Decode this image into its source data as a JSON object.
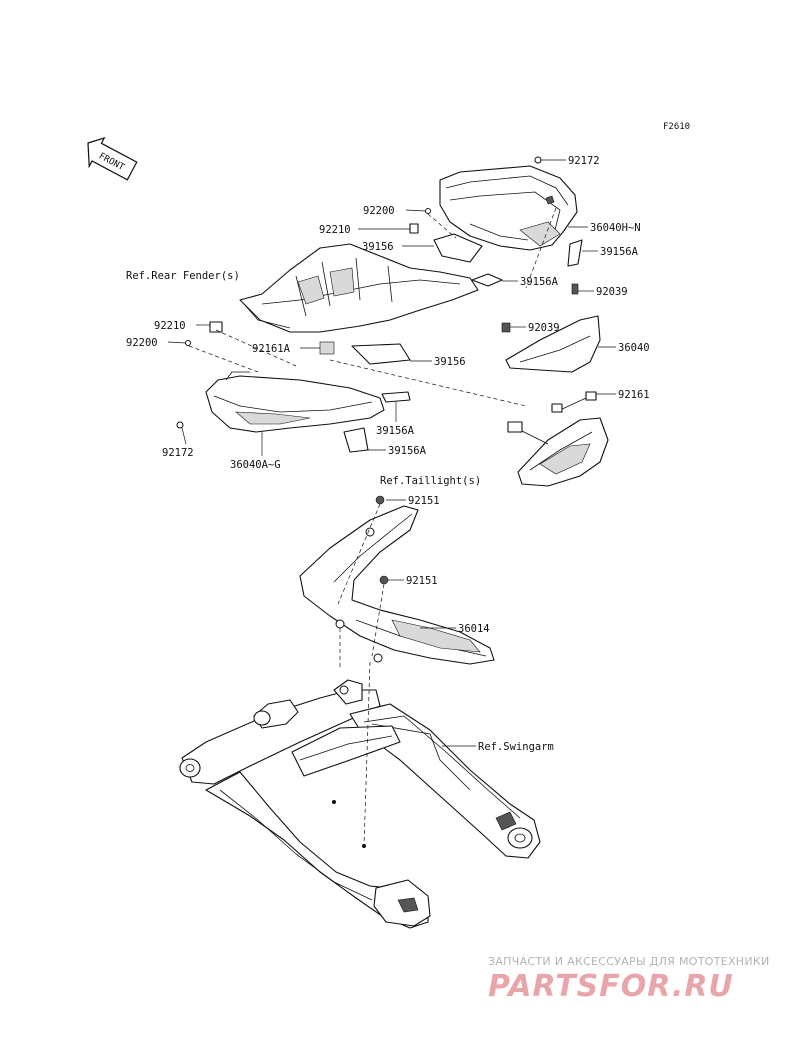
{
  "figure_code": "F2610",
  "front_arrow": "FRONT",
  "labels": {
    "p92172_top": "92172",
    "p36040HN": "36040H~N",
    "p39156A_top": "39156A",
    "p92200_top": "92200",
    "p92210_top": "92210",
    "p39156_top": "39156",
    "ref_rear_fender": "Ref.Rear Fender(s)",
    "p39156A_mid": "39156A",
    "p92039_a": "92039",
    "p92039_b": "92039",
    "p36040": "36040",
    "p92210_left": "92210",
    "p92200_left": "92200",
    "p92161A": "92161A",
    "p39156_mid": "39156",
    "p92161": "92161",
    "p39156A_low": "39156A",
    "p92172_left": "92172",
    "p39156A_bottom": "39156A",
    "p36040AG": "36040A~G",
    "ref_taillight": "Ref.Taillight(s)",
    "p92151_a": "92151",
    "p92151_b": "92151",
    "p36014": "36014",
    "ref_swingarm": "Ref.Swingarm"
  },
  "watermark": {
    "caption": "ЗАПЧАСТИ И АКСЕССУАРЫ ДЛЯ МОТОТЕХНИКИ",
    "brand": "PARTSFOR.RU"
  }
}
